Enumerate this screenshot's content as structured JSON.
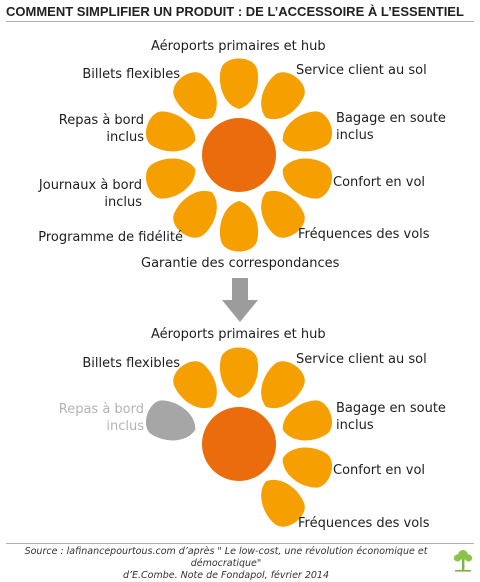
{
  "title": "COMMENT SIMPLIFIER UN PRODUIT : DE L’ACCESSOIRE À L’ESSENTIEL",
  "colors": {
    "petal": "#f5a000",
    "core": "#ea6c0c",
    "removed_petal": "#a6a6a6",
    "arrow": "#9c9c9c"
  },
  "top_diagram": {
    "label_1": "Aéroports primaires et hub",
    "label_2": "Service client au sol",
    "label_3a": "Bagage en soute",
    "label_3b": "inclus",
    "label_4": "Confort en vol",
    "label_5": "Fréquences des vols",
    "label_6": "Garantie des correspondances",
    "label_7": "Programme de fidélité",
    "label_8a": "Journaux à bord",
    "label_8b": "inclus",
    "label_9a": "Repas à bord",
    "label_9b": "inclus",
    "label_10": "Billets flexibles"
  },
  "bottom_diagram": {
    "label_1": "Aéroports primaires et hub",
    "label_2": "Service client au sol",
    "label_3a": "Bagage en soute",
    "label_3b": "inclus",
    "label_4": "Confort en vol",
    "label_5": "Fréquences des vols",
    "label_9a": "Repas à bord",
    "label_9b": "inclus",
    "label_10": "Billets flexibles"
  },
  "source": {
    "line_1": "Source : lafinancepourtous.com d’après \" Le low-cost, une révolution économique et démocratique\"",
    "line_2": "d’E.Combe. Note de Fondapol, février 2014"
  },
  "icons": {
    "arrow": "arrow-down-icon",
    "logo": "tree-icon"
  }
}
